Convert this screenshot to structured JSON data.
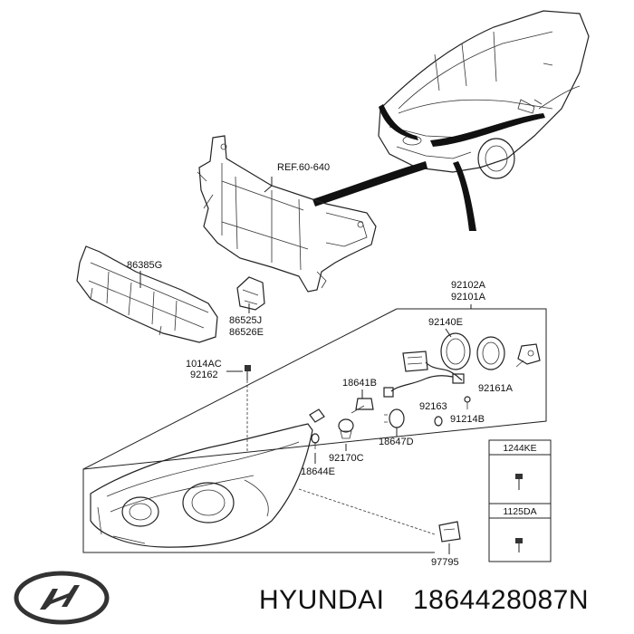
{
  "labels": {
    "ref": "REF.60-640",
    "p86385g": "86385G",
    "p86525j": "86525J",
    "p86526e": "86526E",
    "p92102a": "92102A",
    "p92101a": "92101A",
    "p92140e": "92140E",
    "p1014ac": "1014AC",
    "p92162": "92162",
    "p18641b": "18641B",
    "p92161a": "92161A",
    "p92163": "92163",
    "p91214b": "91214B",
    "p18647d": "18647D",
    "p92170c": "92170C",
    "p18644e": "18644E",
    "p97795": "97795"
  },
  "table": {
    "row1": "1244KE",
    "row2": "1125DA"
  },
  "footer": {
    "brand": "HYUNDAI",
    "part_number": "1864428087N"
  }
}
